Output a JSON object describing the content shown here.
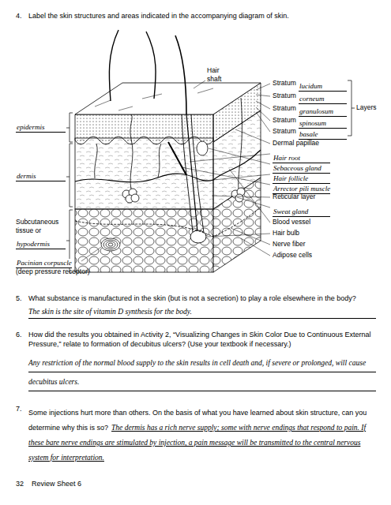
{
  "diagram": {
    "labels": [
      "4.",
      "Label the skin structures and areas indicated in the accompanying diagram of skin.",
      "Hair shaft",
      "Stratum",
      "lucidum",
      "Stratum",
      "corneum",
      "Stratum",
      "granulosum",
      "Stratum",
      "spinosum",
      "Stratum",
      "basale",
      "Layers",
      "epidermis",
      "dermis",
      "Subcutaneous tissue or",
      "hypodermis",
      "Pacinian corpuscle",
      "(deep pressure receptor)",
      "Dermal papillae",
      "Hair root",
      "Sebaceous gland",
      "Hair follicle",
      "Arrector pili muscle",
      "Reticular layer",
      "Sweat gland",
      "Blood vessel",
      "Hair bulb",
      "Nerve fiber",
      "Adipose cells",
      "5.",
      "What substance is manufactured in the skin (but is not a secretion) to play a role elsewhere in the body?",
      "The skin is the site of vitamin D synthesis for the body.",
      "6.",
      "How did the results you obtained in Activity 2, “Visualizing Changes in Skin Color Due to Continuous External Pressure,” relate to formation of decubitus ulcers? (Use your textbook if necessary.)",
      "Any restriction of the normal blood supply to the skin results in cell death and, if severe or prolonged, will cause decubitus ulcers.",
      "7.",
      "Some injections hurt more than others. On the basis of what you have learned about skin structure, can you determine why this is so?",
      "The dermis has a rich nerve supply; some with nerve endings that respond to pain. If these bare nerve endings are stimulated by injection, a pain message will be transmitted to the central nervous system for interpretation.",
      "32",
      "Review Sheet 6"
    ]
  }
}
